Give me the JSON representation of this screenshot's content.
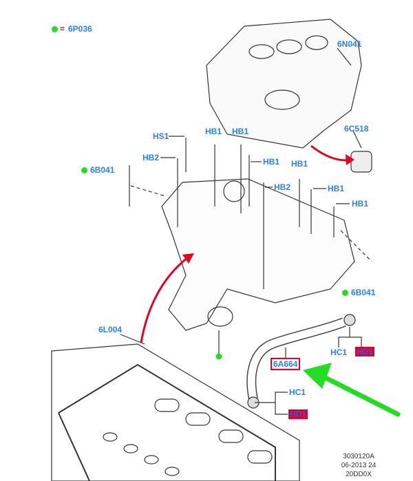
{
  "legend": {
    "equals": "=",
    "code": "6P036",
    "dot_color": "#22dd22"
  },
  "labels": {
    "cover": "6N041",
    "mount": "6C518",
    "hs1": "HS1",
    "hb1_a": "HB1",
    "hb1_b": "HB1",
    "hb2_a": "HB2",
    "hb1_c": "HB1",
    "stud_left": "6B041",
    "hb1_d": "HB1",
    "hb2_b": "HB2",
    "hb1_e": "HB1",
    "hb1_f": "HB1",
    "stud_right": "6B041",
    "gasket_kit": "6L004",
    "hc1_top": "HC1",
    "hd1_top": "HD1",
    "hose": "6A664",
    "hc1_bottom": "HC1",
    "hd1_bottom": "HD1"
  },
  "footer": {
    "line1": "3030120A",
    "line2": "06-2013 24",
    "line3": "20DD0X"
  },
  "colors": {
    "label": "#2a7fff",
    "highlight": "#e8001c",
    "arrow_green": "#22dd22",
    "arrow_red": "#e8001c"
  }
}
